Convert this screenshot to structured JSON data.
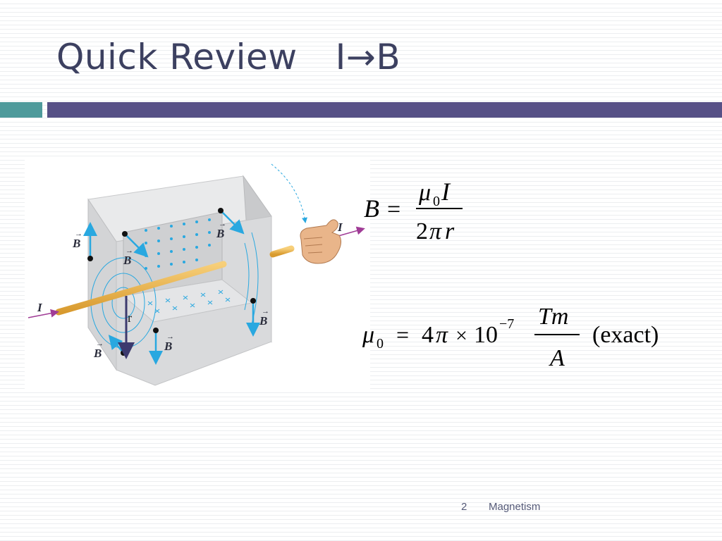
{
  "slide": {
    "title_part1": "Quick Review",
    "title_part2": "I",
    "title_arrow": "→",
    "title_part3": "B",
    "accent_teal": "#4e9a9b",
    "accent_bar": "#565086",
    "title_color": "#3c4060"
  },
  "figure": {
    "label_B": "B",
    "label_I": "I",
    "label_r": "r",
    "arrow_glyph": "→",
    "field_color": "#29a8e0",
    "wire_color": "#f2b348"
  },
  "equations": {
    "eq1": {
      "lhs": "B",
      "equals": "=",
      "num_mu": "μ",
      "num_sub": "0",
      "num_I": "I",
      "den_2": "2",
      "den_pi": "π",
      "den_r": "r"
    },
    "eq2": {
      "mu": "μ",
      "sub": "0",
      "equals": "=",
      "four": "4",
      "pi": "π",
      "times": "×",
      "ten": "10",
      "exp": "−7",
      "num": "Tm",
      "den": "A",
      "note": "(exact)"
    }
  },
  "footer": {
    "page_number": "2",
    "text": "Magnetism"
  }
}
